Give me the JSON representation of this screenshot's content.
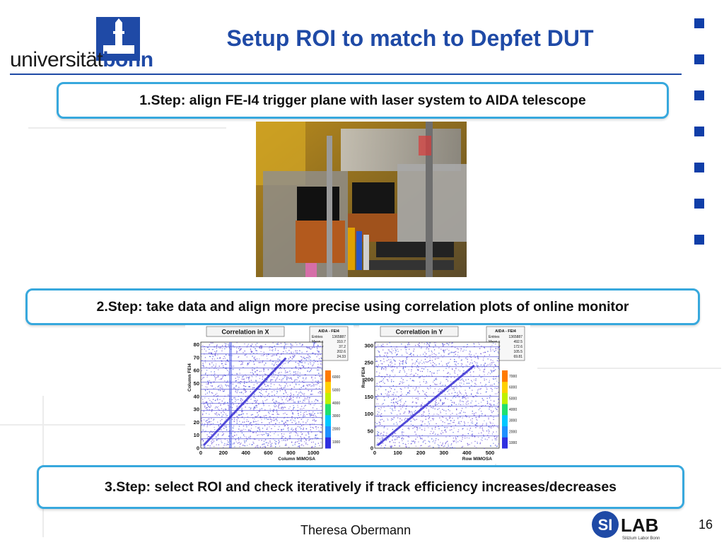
{
  "header": {
    "logo_text_regular": "universität",
    "logo_text_bold": "bonn",
    "title": "Setup ROI to match to Depfet DUT"
  },
  "steps": [
    {
      "text": "1.Step: align FE-I4 trigger plane with laser system to AIDA telescope"
    },
    {
      "text": "2.Step: take data and align more precise using correlation plots of online monitor"
    },
    {
      "text": "3.Step: select ROI and check iteratively if track efficiency increases/decreases"
    }
  ],
  "plots": [
    {
      "title": "Correlation in X",
      "stats_title": "AIDA - FEI4",
      "stats": [
        [
          "Entries",
          "1365887"
        ],
        [
          "Mean x",
          "310.7"
        ],
        [
          "Mean y",
          "37.2"
        ],
        [
          "RMS x",
          "202.6"
        ],
        [
          "RMS y",
          "24.33"
        ]
      ],
      "xlabel": "Column MIMOSA",
      "ylabel": "Column FEI4",
      "xticks": [
        "0",
        "200",
        "400",
        "600",
        "800",
        "1000"
      ],
      "yticks": [
        "0",
        "10",
        "20",
        "30",
        "40",
        "50",
        "60",
        "70",
        "80"
      ],
      "zticks": [
        "1000",
        "2000",
        "3000",
        "4000",
        "5000",
        "6000"
      ]
    },
    {
      "title": "Correlation in Y",
      "stats_title": "AIDA - FEI4",
      "stats": [
        [
          "Entries",
          "1365887"
        ],
        [
          "Mean x",
          "492.5"
        ],
        [
          "Mean y",
          "172.6"
        ],
        [
          "RMS x",
          "105.5"
        ],
        [
          "RMS y",
          "69.81"
        ]
      ],
      "xlabel": "Row MIMOSA",
      "ylabel": "Row FEI4",
      "xticks": [
        "0",
        "100",
        "200",
        "300",
        "400",
        "500"
      ],
      "yticks": [
        "0",
        "50",
        "100",
        "150",
        "200",
        "250",
        "300"
      ],
      "zticks": [
        "1000",
        "2000",
        "3000",
        "4000",
        "5000",
        "6000",
        "7000"
      ]
    }
  ],
  "footer": {
    "author": "Theresa Obermann",
    "page": "16",
    "silab_si": "SI",
    "silab_lab": "LAB",
    "silab_sub": "Silizium Labor Bonn"
  },
  "colors": {
    "brand_blue": "#1f4aa6",
    "box_border": "#37a8dd"
  }
}
